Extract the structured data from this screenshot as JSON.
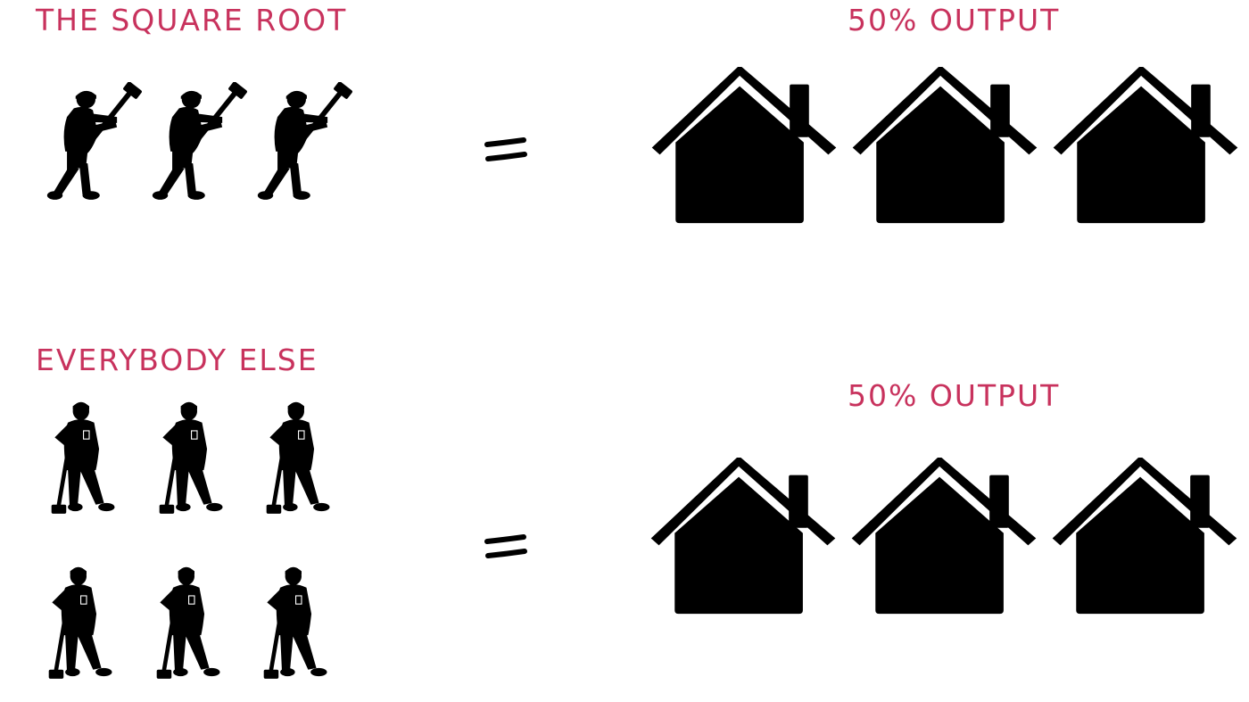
{
  "top_section": {
    "label": "THE SQUARE ROOT",
    "output_label": "50% OUTPUT",
    "worker_icon": "working-hammer-person-icon",
    "worker_count": 3,
    "house_icon": "house-icon",
    "house_count": 3
  },
  "bottom_section": {
    "label": "EVERYBODY ELSE",
    "output_label": "50% OUTPUT",
    "worker_icon": "idle-worker-icon",
    "worker_count": 6,
    "house_icon": "house-icon",
    "house_count": 3
  },
  "equals_icon": "equals-sign-icon",
  "colors": {
    "label": "#c8325d",
    "silhouette": "#000000",
    "background": "#ffffff"
  }
}
